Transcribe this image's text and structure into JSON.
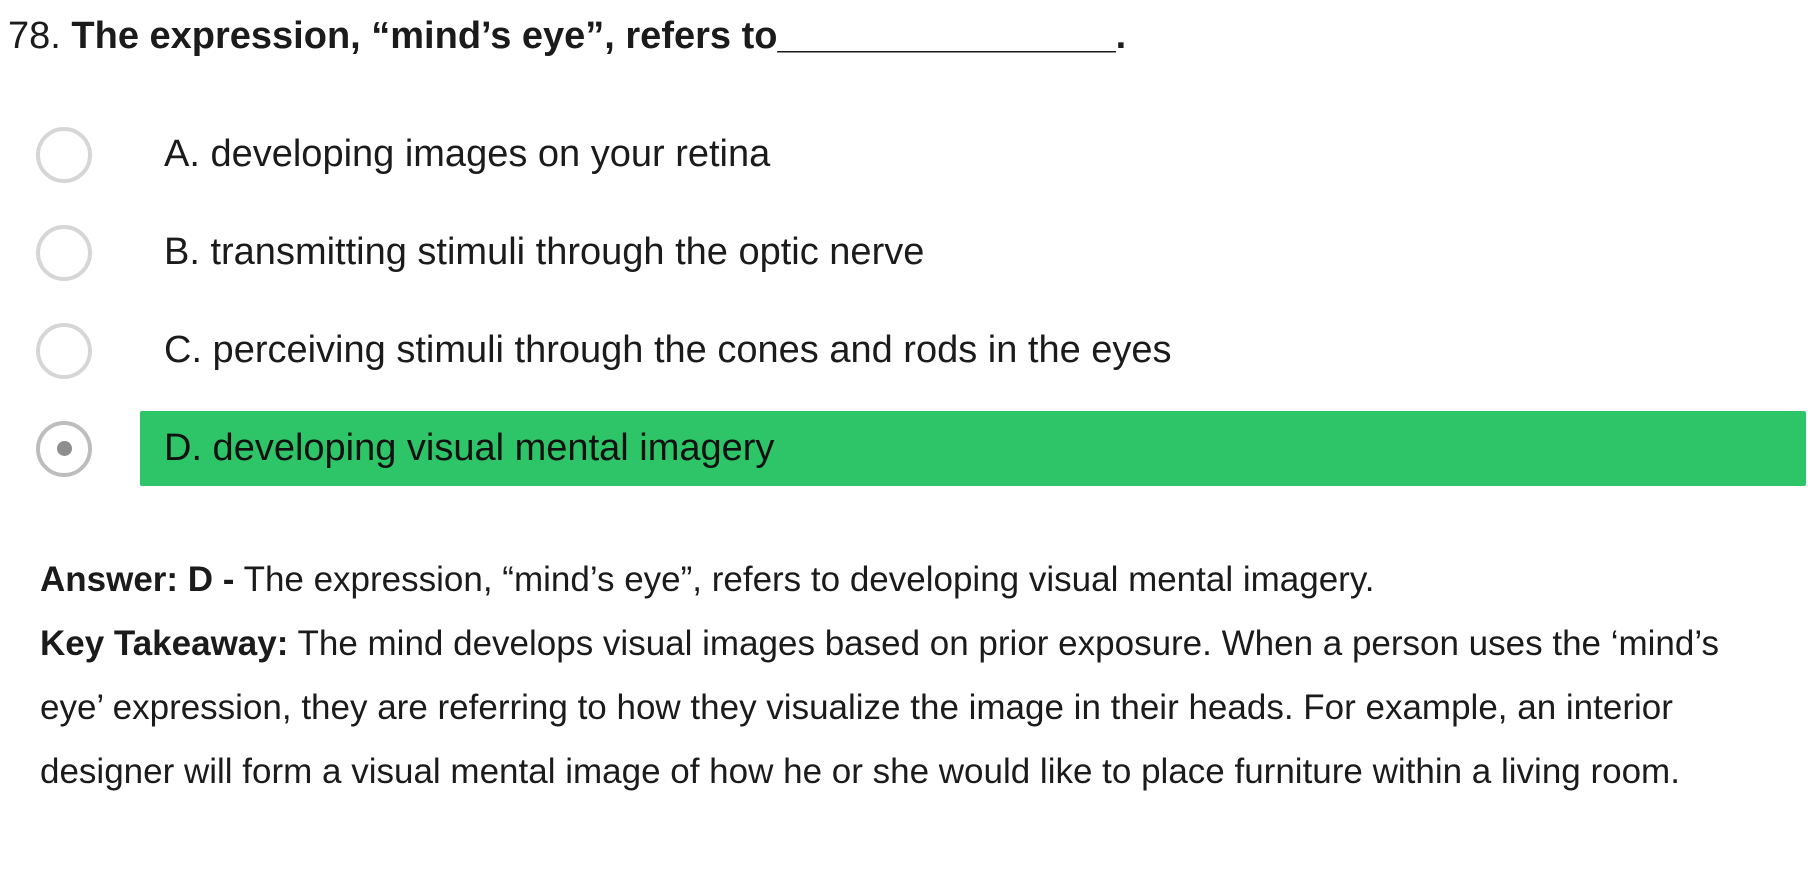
{
  "question": {
    "number": "78.",
    "text": "The expression, “mind’s eye”, refers to________________."
  },
  "options": [
    {
      "label": "A. developing images on your retina",
      "selected": false,
      "highlighted": false
    },
    {
      "label": "B. transmitting stimuli through the optic nerve",
      "selected": false,
      "highlighted": false
    },
    {
      "label": "C. perceiving stimuli through the cones and rods in the eyes",
      "selected": false,
      "highlighted": false
    },
    {
      "label": "D. developing visual mental imagery",
      "selected": true,
      "highlighted": true
    }
  ],
  "explanation": {
    "answer_label": "Answer: D -",
    "answer_text": "The expression, “mind’s eye”, refers to developing visual mental imagery.",
    "takeaway_label": "Key Takeaway:",
    "takeaway_text": "The mind develops visual images based on prior exposure. When a person uses the ‘mind’s eye’ expression, they are referring to how they visualize the image in their heads. For example, an interior designer will form a visual mental image of how he or she would like to place furniture within a living room."
  },
  "colors": {
    "highlight_green": "#2ec468",
    "text": "#1b1b1b",
    "radio_border": "#d6d6d6",
    "radio_dot": "#8e8e8e"
  }
}
